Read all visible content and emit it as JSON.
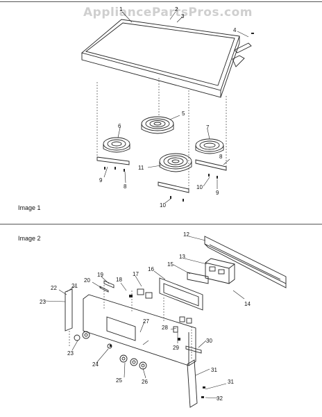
{
  "watermark": "AppliancePartsPros.com",
  "image1_label": "Image 1",
  "image2_label": "Image 2",
  "image1_callouts": [
    "1",
    "2",
    "3",
    "4",
    "5",
    "6",
    "7",
    "8",
    "8",
    "9",
    "9",
    "10",
    "10",
    "11"
  ],
  "image2_callouts": [
    "12",
    "13",
    "14",
    "15",
    "16",
    "17",
    "18",
    "19",
    "20",
    "21",
    "22",
    "23",
    "23",
    "24",
    "25",
    "26",
    "27",
    "28",
    "29",
    "30",
    "31",
    "31",
    "32"
  ]
}
